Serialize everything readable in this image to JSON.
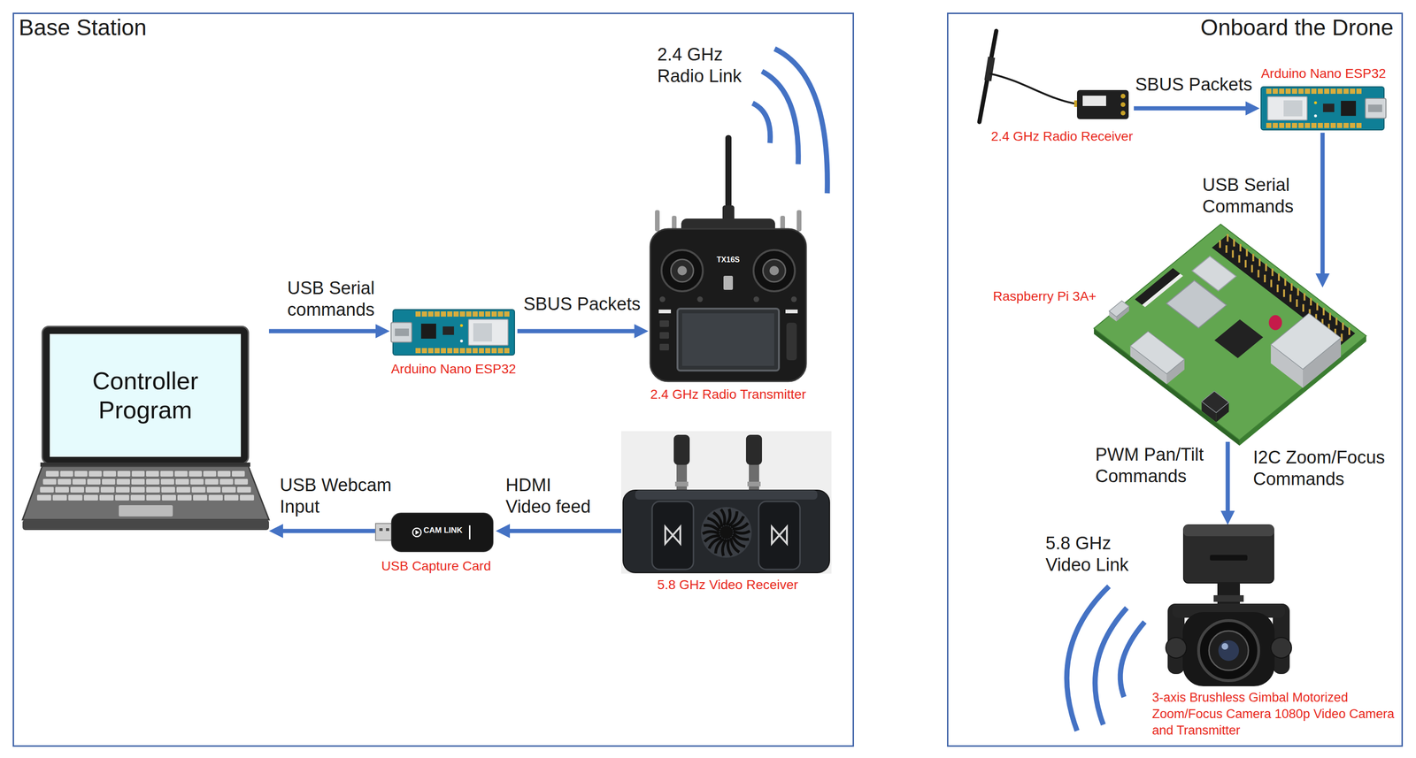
{
  "diagram": {
    "nodes": [
      {
        "text": [
          "Base Station"
        ]
      },
      {
        "text": [
          "Controller Program"
        ],
        "in": 0
      },
      {
        "text": [
          "Arduino Nano ESP32"
        ],
        "in": 0
      },
      {
        "text": [
          "2.4 GHz Radio Transmitter"
        ],
        "in": 0
      },
      {
        "text": [
          "USB Capture Card"
        ],
        "in": 0
      },
      {
        "text": [
          "5.8 GHz Video Receiver"
        ],
        "in": 0
      },
      {
        "text": [
          "Onboard the Drone"
        ]
      },
      {
        "text": [
          "2.4 GHz Radio Receiver"
        ],
        "in": 6
      },
      {
        "text": [
          "Arduino Nano ESP32"
        ],
        "in": 6
      },
      {
        "text": [
          "Raspberry Pi 3A+"
        ],
        "in": 6
      },
      {
        "text": [
          "3-axis Brushless Gimbal Motorized Zoom/Focus Camera 1080p Video Camera and Transmitter"
        ],
        "in": 6
      }
    ],
    "edges": [
      {
        "from": 1,
        "to": 2,
        "label": "USB Serial commands",
        "arrow": "to"
      },
      {
        "from": 2,
        "to": 3,
        "label": "SBUS Packets",
        "arrow": "to"
      },
      {
        "from": 5,
        "to": 4,
        "label": "HDMI Video feed",
        "arrow": "to"
      },
      {
        "from": 4,
        "to": 1,
        "label": "USB Webcam Input",
        "arrow": "to"
      },
      {
        "from": 7,
        "to": 8,
        "label": "SBUS Packets",
        "arrow": "to"
      },
      {
        "from": 8,
        "to": 9,
        "label": "USB Serial Commands",
        "arrow": "to"
      },
      {
        "from": 9,
        "to": 10,
        "label": "PWM Pan/Tilt Commands",
        "arrow": "to"
      }
    ],
    "labels": [
      "2.4 GHz Radio Link",
      "5.8 GHz Video Link",
      "I2C Zoom/Focus Commands",
      "TX16S",
      "CAM LINK"
    ]
  }
}
